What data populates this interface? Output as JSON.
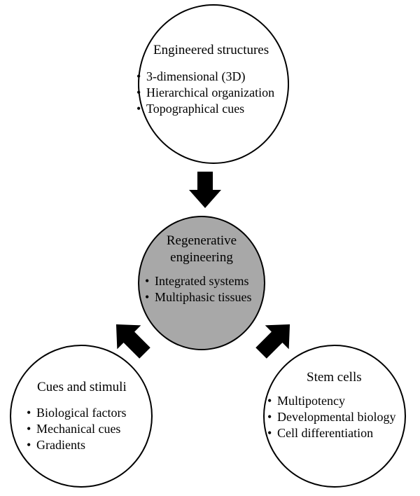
{
  "nodes": {
    "top": {
      "title": "Engineered structures",
      "bullets": [
        "3-dimensional (3D)",
        "Hierarchical organization",
        "Topographical cues"
      ]
    },
    "center": {
      "title_line1": "Regenerative",
      "title_line2": "engineering",
      "bullets": [
        "Integrated systems",
        "Multiphasic tissues"
      ],
      "fill_color": "#a8a8a8"
    },
    "left": {
      "title": "Cues and stimuli",
      "bullets": [
        "Biological factors",
        "Mechanical cues",
        "Gradients"
      ]
    },
    "right": {
      "title": "Stem cells",
      "bullets": [
        "Multipotency",
        "Developmental biology",
        "Cell differentiation"
      ]
    }
  },
  "bullet_symbol": "•"
}
